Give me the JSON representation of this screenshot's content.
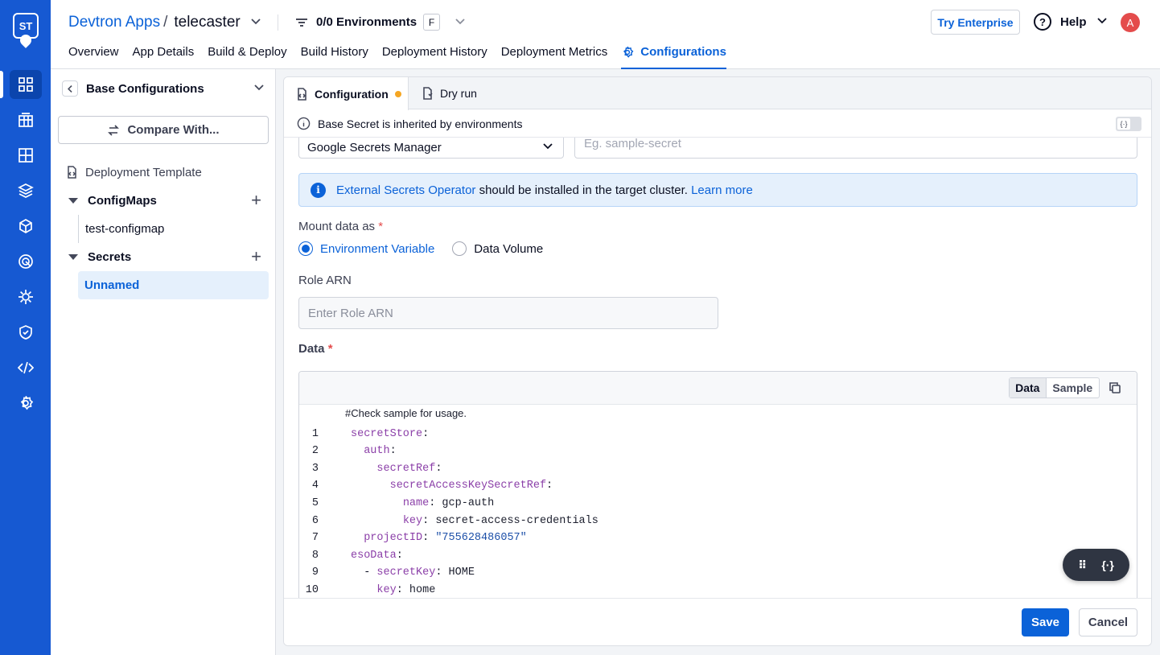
{
  "rail": {
    "logo_text": "ST",
    "items": [
      "apps-icon",
      "app-groups-icon",
      "resource-browser-icon",
      "chart-store-icon",
      "deployment-icon",
      "security-scan-icon",
      "bulk-edit-icon",
      "security-policy-icon",
      "code-icon",
      "global-settings-icon"
    ]
  },
  "header": {
    "app_prefix": "Devtron Apps",
    "separator": "/",
    "app_name": "telecaster",
    "env_filter": "0/0 Environments",
    "env_shortcut": "F",
    "try_enterprise": "Try Enterprise",
    "help": "Help",
    "help_q": "?",
    "avatar_initial": "A",
    "tabs": [
      "Overview",
      "App Details",
      "Build & Deploy",
      "Build History",
      "Deployment History",
      "Deployment Metrics"
    ],
    "active_tab": "Configurations"
  },
  "sidebar": {
    "title": "Base Configurations",
    "compare_button": "Compare With...",
    "deployment_template": "Deployment Template",
    "configmaps_label": "ConfigMaps",
    "configmaps": [
      "test-configmap"
    ],
    "secrets_label": "Secrets",
    "secrets": [
      "Unnamed"
    ]
  },
  "panel": {
    "tab_configuration": "Configuration",
    "tab_dry_run": "Dry run",
    "inherit_notice": "Base Secret is inherited by environments",
    "toggle_icon": "{·}",
    "secret_store_value": "Google Secrets Manager",
    "name_placeholder": "Eg. sample-secret",
    "info": {
      "link1": "External Secrets Operator",
      "text": " should be installed in the target cluster. ",
      "link2": "Learn more",
      "icon": "i"
    },
    "mount_label": "Mount data as",
    "required_mark": "*",
    "mount_options": [
      "Environment Variable",
      "Data Volume"
    ],
    "mount_selected": "Environment Variable",
    "role_arn_label": "Role ARN",
    "role_arn_placeholder": "Enter Role ARN",
    "data_label": "Data",
    "editor": {
      "seg_data": "Data",
      "seg_sample": "Sample",
      "comment": "#Check sample for usage.",
      "lines": [
        {
          "n": "1",
          "indent": "",
          "key": "secretStore",
          "sep": ":",
          "val": "",
          "str": ""
        },
        {
          "n": "2",
          "indent": "  ",
          "key": "auth",
          "sep": ":",
          "val": "",
          "str": ""
        },
        {
          "n": "3",
          "indent": "    ",
          "key": "secretRef",
          "sep": ":",
          "val": "",
          "str": ""
        },
        {
          "n": "4",
          "indent": "      ",
          "key": "secretAccessKeySecretRef",
          "sep": ":",
          "val": "",
          "str": ""
        },
        {
          "n": "5",
          "indent": "        ",
          "key": "name",
          "sep": ": ",
          "val": "gcp-auth",
          "str": ""
        },
        {
          "n": "6",
          "indent": "        ",
          "key": "key",
          "sep": ": ",
          "val": "secret-access-credentials",
          "str": ""
        },
        {
          "n": "7",
          "indent": "  ",
          "key": "projectID",
          "sep": ": ",
          "val": "",
          "str": "\"755628486057\""
        },
        {
          "n": "8",
          "indent": "",
          "key": "esoData",
          "sep": ":",
          "val": "",
          "str": ""
        },
        {
          "n": "9",
          "indent": "  - ",
          "key": "secretKey",
          "sep": ": ",
          "val": "HOME",
          "str": ""
        },
        {
          "n": "10",
          "indent": "    ",
          "key": "key",
          "sep": ": ",
          "val": "home",
          "str": ""
        }
      ]
    },
    "float_toolbar": {
      "drag": "⠿",
      "code": "{·}"
    },
    "save": "Save",
    "cancel": "Cancel"
  }
}
